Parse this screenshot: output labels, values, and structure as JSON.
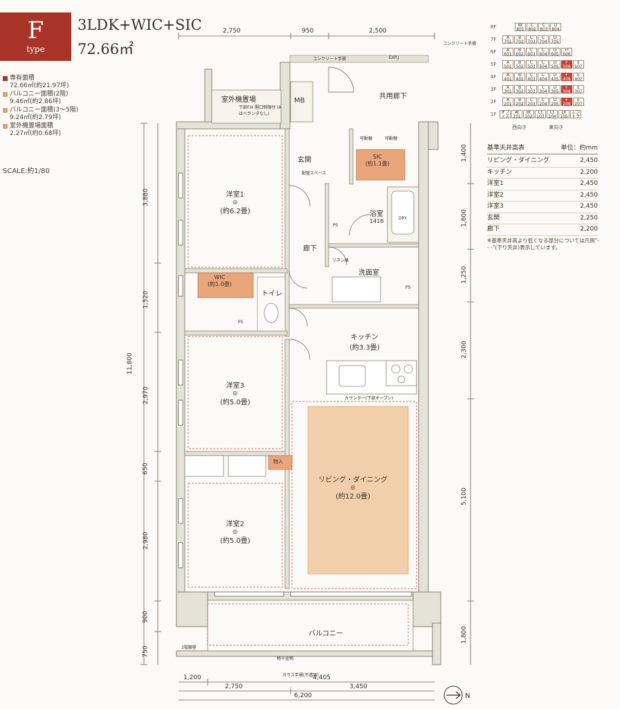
{
  "header": {
    "type_letter": "F",
    "type_sub": "type",
    "layout": "3LDK+WIC+SIC",
    "area": "72.66㎡"
  },
  "area_legend": [
    {
      "label": "専有面積",
      "value": "72.66㎡(約21.97坪)",
      "color": "#a8342a"
    },
    {
      "label": "バルコニー面積(2階)",
      "value": "9.46㎡(約2.86坪)",
      "color": "#d9a178"
    },
    {
      "label": "バルコニー面積(3～5階)",
      "value": "9.24㎡(約2.79坪)",
      "color": "#d9a178"
    },
    {
      "label": "室外機置場面積",
      "value": "2.27㎡(約0.68坪)",
      "color": "#d9a178"
    }
  ],
  "scale": "SCALE:約1/80",
  "floor_key": {
    "rows": [
      {
        "floor": "8F",
        "units": [
          "Br 801",
          "C 802",
          "C 803",
          "D 804"
        ],
        "highlight": []
      },
      {
        "floor": "7F",
        "units": [
          "A 701",
          "B 702",
          "C 703",
          "C 704",
          "D 705"
        ],
        "highlight": []
      },
      {
        "floor": "6F",
        "units": [
          "A 601",
          "B 602",
          "C 603",
          "C 604",
          "D 605",
          "Fr 606"
        ],
        "highlight": []
      },
      {
        "floor": "5F",
        "units": [
          "A 501",
          "B 502",
          "C 503",
          "C 504",
          "D 505",
          "F 506",
          "E 507"
        ],
        "highlight": [
          5
        ]
      },
      {
        "floor": "4F",
        "units": [
          "A 401",
          "B 402",
          "C 403",
          "C 404",
          "D 405",
          "F 406",
          "E 407"
        ],
        "highlight": [
          5
        ]
      },
      {
        "floor": "3F",
        "units": [
          "A 301",
          "B 302",
          "C 303",
          "C 304",
          "D 305",
          "F 306",
          "E 307"
        ],
        "highlight": [
          5
        ]
      },
      {
        "floor": "2F",
        "units": [
          "A 201",
          "B 202",
          "C 203",
          "C 204",
          "D 205",
          "F 206",
          "E 207"
        ],
        "highlight": [
          5
        ]
      },
      {
        "floor": "1F",
        "units": [
          "オフィス 101",
          "At 101",
          "Bt 102",
          "Ct 103",
          "Ct 104",
          "Dt 105",
          "エントランス"
        ],
        "highlight": []
      }
    ],
    "facing_west": "西向き",
    "facing_east": "東向き"
  },
  "ceiling_table": {
    "title": "基準天井高表",
    "unit": "単位：約mm",
    "rows": [
      {
        "room": "リビング・ダイニング",
        "value": "2,450"
      },
      {
        "room": "キッチン",
        "value": "2,200"
      },
      {
        "room": "洋室1",
        "value": "2,450"
      },
      {
        "room": "洋室2",
        "value": "2,450"
      },
      {
        "room": "洋室3",
        "value": "2,450"
      },
      {
        "room": "玄関",
        "value": "2,250"
      },
      {
        "room": "廊下",
        "value": "2,200"
      }
    ],
    "note": "※基準天井高より低くなる部分については凡例\"- - -\"(下り天井)表示しています。"
  },
  "rooms": {
    "western1": {
      "name": "洋室1",
      "size": "(約6.2畳)"
    },
    "western2": {
      "name": "洋室2",
      "size": "(約5.0畳)"
    },
    "western3": {
      "name": "洋室3",
      "size": "(約5.0畳)"
    },
    "wic": {
      "name": "WIC",
      "size": "(約1.0畳)"
    },
    "sic": {
      "name": "SIC",
      "size": "(約1.1畳)"
    },
    "entrance": "玄関",
    "hall": "廊下",
    "toilet": "トイレ",
    "bath": {
      "name": "浴室",
      "size": "1418"
    },
    "washroom": "洗面室",
    "kitchen": {
      "name": "キッチン",
      "size": "(約3.3畳)"
    },
    "living": {
      "name": "リビング・ダイニング",
      "size": "(約12.0畳)"
    },
    "balcony": "バルコニー",
    "outdoor_unit": "室外機置場",
    "mb": "MB",
    "corridor": "共用廊下",
    "storage": "物入",
    "counter": "カウンター(下部オープン)",
    "pipe_space": "配管スペース",
    "ps": "PS",
    "linen": "リネン庫",
    "dry": "DRY",
    "shoe1": "可動棚",
    "shoe2": "可動棚"
  },
  "dimensions": {
    "top": [
      "2,750",
      "950",
      "2,500"
    ],
    "bottom": [
      "1,200",
      "4,405",
      "2,750",
      "3,450",
      "6,200"
    ],
    "left": [
      "3,880",
      "1,520",
      "2,970",
      "650",
      "2,980",
      "900",
      "750",
      "11,800"
    ],
    "right": [
      "1,400",
      "1,600",
      "1,250",
      "2,300",
      "5,100",
      "1,800"
    ]
  },
  "notes": {
    "concrete_rail": "コンクリート手摺",
    "concrete_rail_top": "コンクリート手摺",
    "expj": "EXP.J",
    "glass_rail": "ガラス手摺(不透明)",
    "handrail_fix": "下部FIX 開口制限付 (Aはベランダなし)",
    "drying": "物干金物",
    "second_floor_railing": "2階腰壁"
  },
  "compass": "N"
}
